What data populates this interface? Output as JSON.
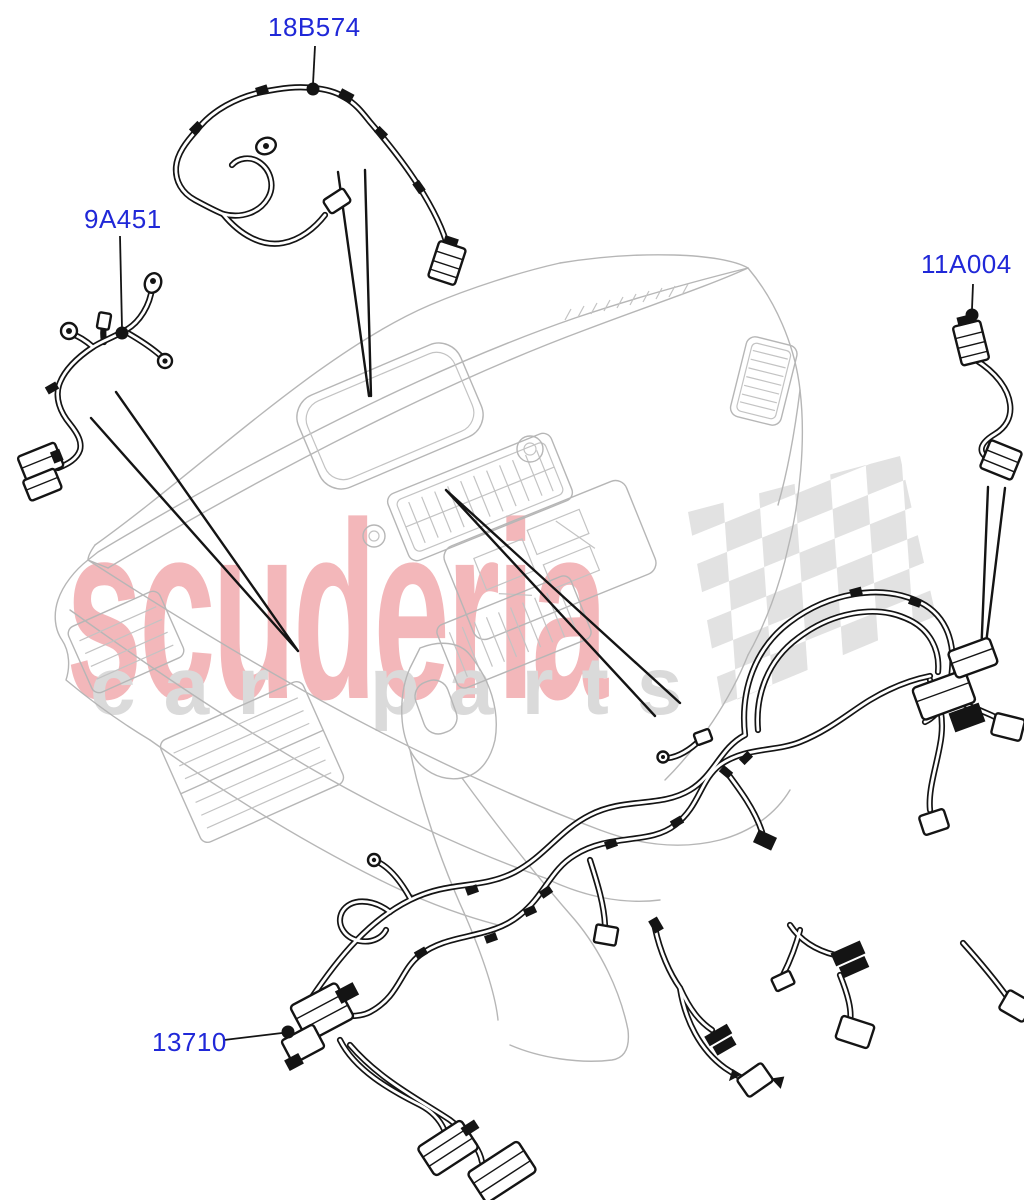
{
  "watermark": {
    "brand": "scuderia",
    "tagline": "car parts",
    "brand_color": "#f3b7ba",
    "tagline_color": "#dadada"
  },
  "diagram": {
    "subject": "instrument-panel-wiring-harness",
    "parts": [
      {
        "id": "18B574"
      },
      {
        "id": "9A451"
      },
      {
        "id": "11A004"
      },
      {
        "id": "13710"
      }
    ]
  },
  "colors": {
    "part_label_blue": "#2028d8",
    "harness_black": "#141414",
    "panel_art_gray": "#b6b6b6",
    "flag_gray": "#e2e2e2",
    "background": "#ffffff"
  }
}
